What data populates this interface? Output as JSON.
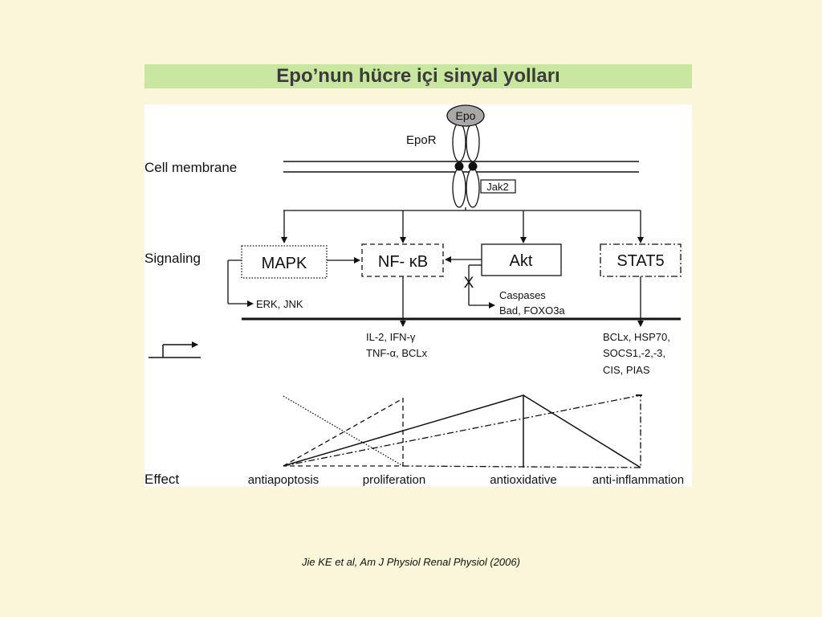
{
  "slide": {
    "title": "Epo’nun hücre içi sinyal yolları",
    "citation": "Jie KE et al, Am J Physiol Renal Physiol (2006)"
  },
  "diagram": {
    "left_labels": {
      "cell_membrane": "Cell membrane",
      "signaling": "Signaling",
      "effect": "Effect"
    },
    "ligand": "Epo",
    "receptor": "EpoR",
    "kinase": "Jak2",
    "nodes": {
      "mapk": "MAPK",
      "nfkb": "NF- κB",
      "akt": "Akt",
      "stat5": "STAT5"
    },
    "inhibition_mark": "X",
    "outputs": {
      "mapk_targets": "ERK, JNK",
      "akt_targets_line1": "Caspases",
      "akt_targets_line2": "Bad, FOXO3a",
      "nfkb_targets_line1": "IL-2, IFN-γ",
      "nfkb_targets_line2": "TNF-α, BCLx",
      "stat5_targets_line1": "BCLx, HSP70,",
      "stat5_targets_line2": "SOCS1,-2,-3,",
      "stat5_targets_line3": "CIS, PIAS"
    },
    "effects": {
      "antiapoptosis": "antiapoptosis",
      "proliferation": "proliferation",
      "antioxidative": "antioxidative",
      "anti_inflammation": "anti-inflammation"
    }
  }
}
